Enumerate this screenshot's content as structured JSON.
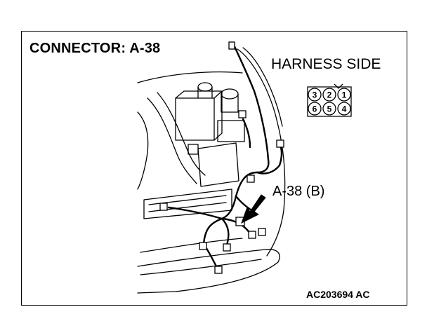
{
  "title": "CONNECTOR: A-38",
  "harness_label": "HARNESS SIDE",
  "callout_label": "A-38 (B)",
  "figure_code": "AC203694 AC",
  "connector": {
    "top_row": [
      "3",
      "2",
      "1"
    ],
    "bottom_row": [
      "6",
      "5",
      "4"
    ]
  }
}
